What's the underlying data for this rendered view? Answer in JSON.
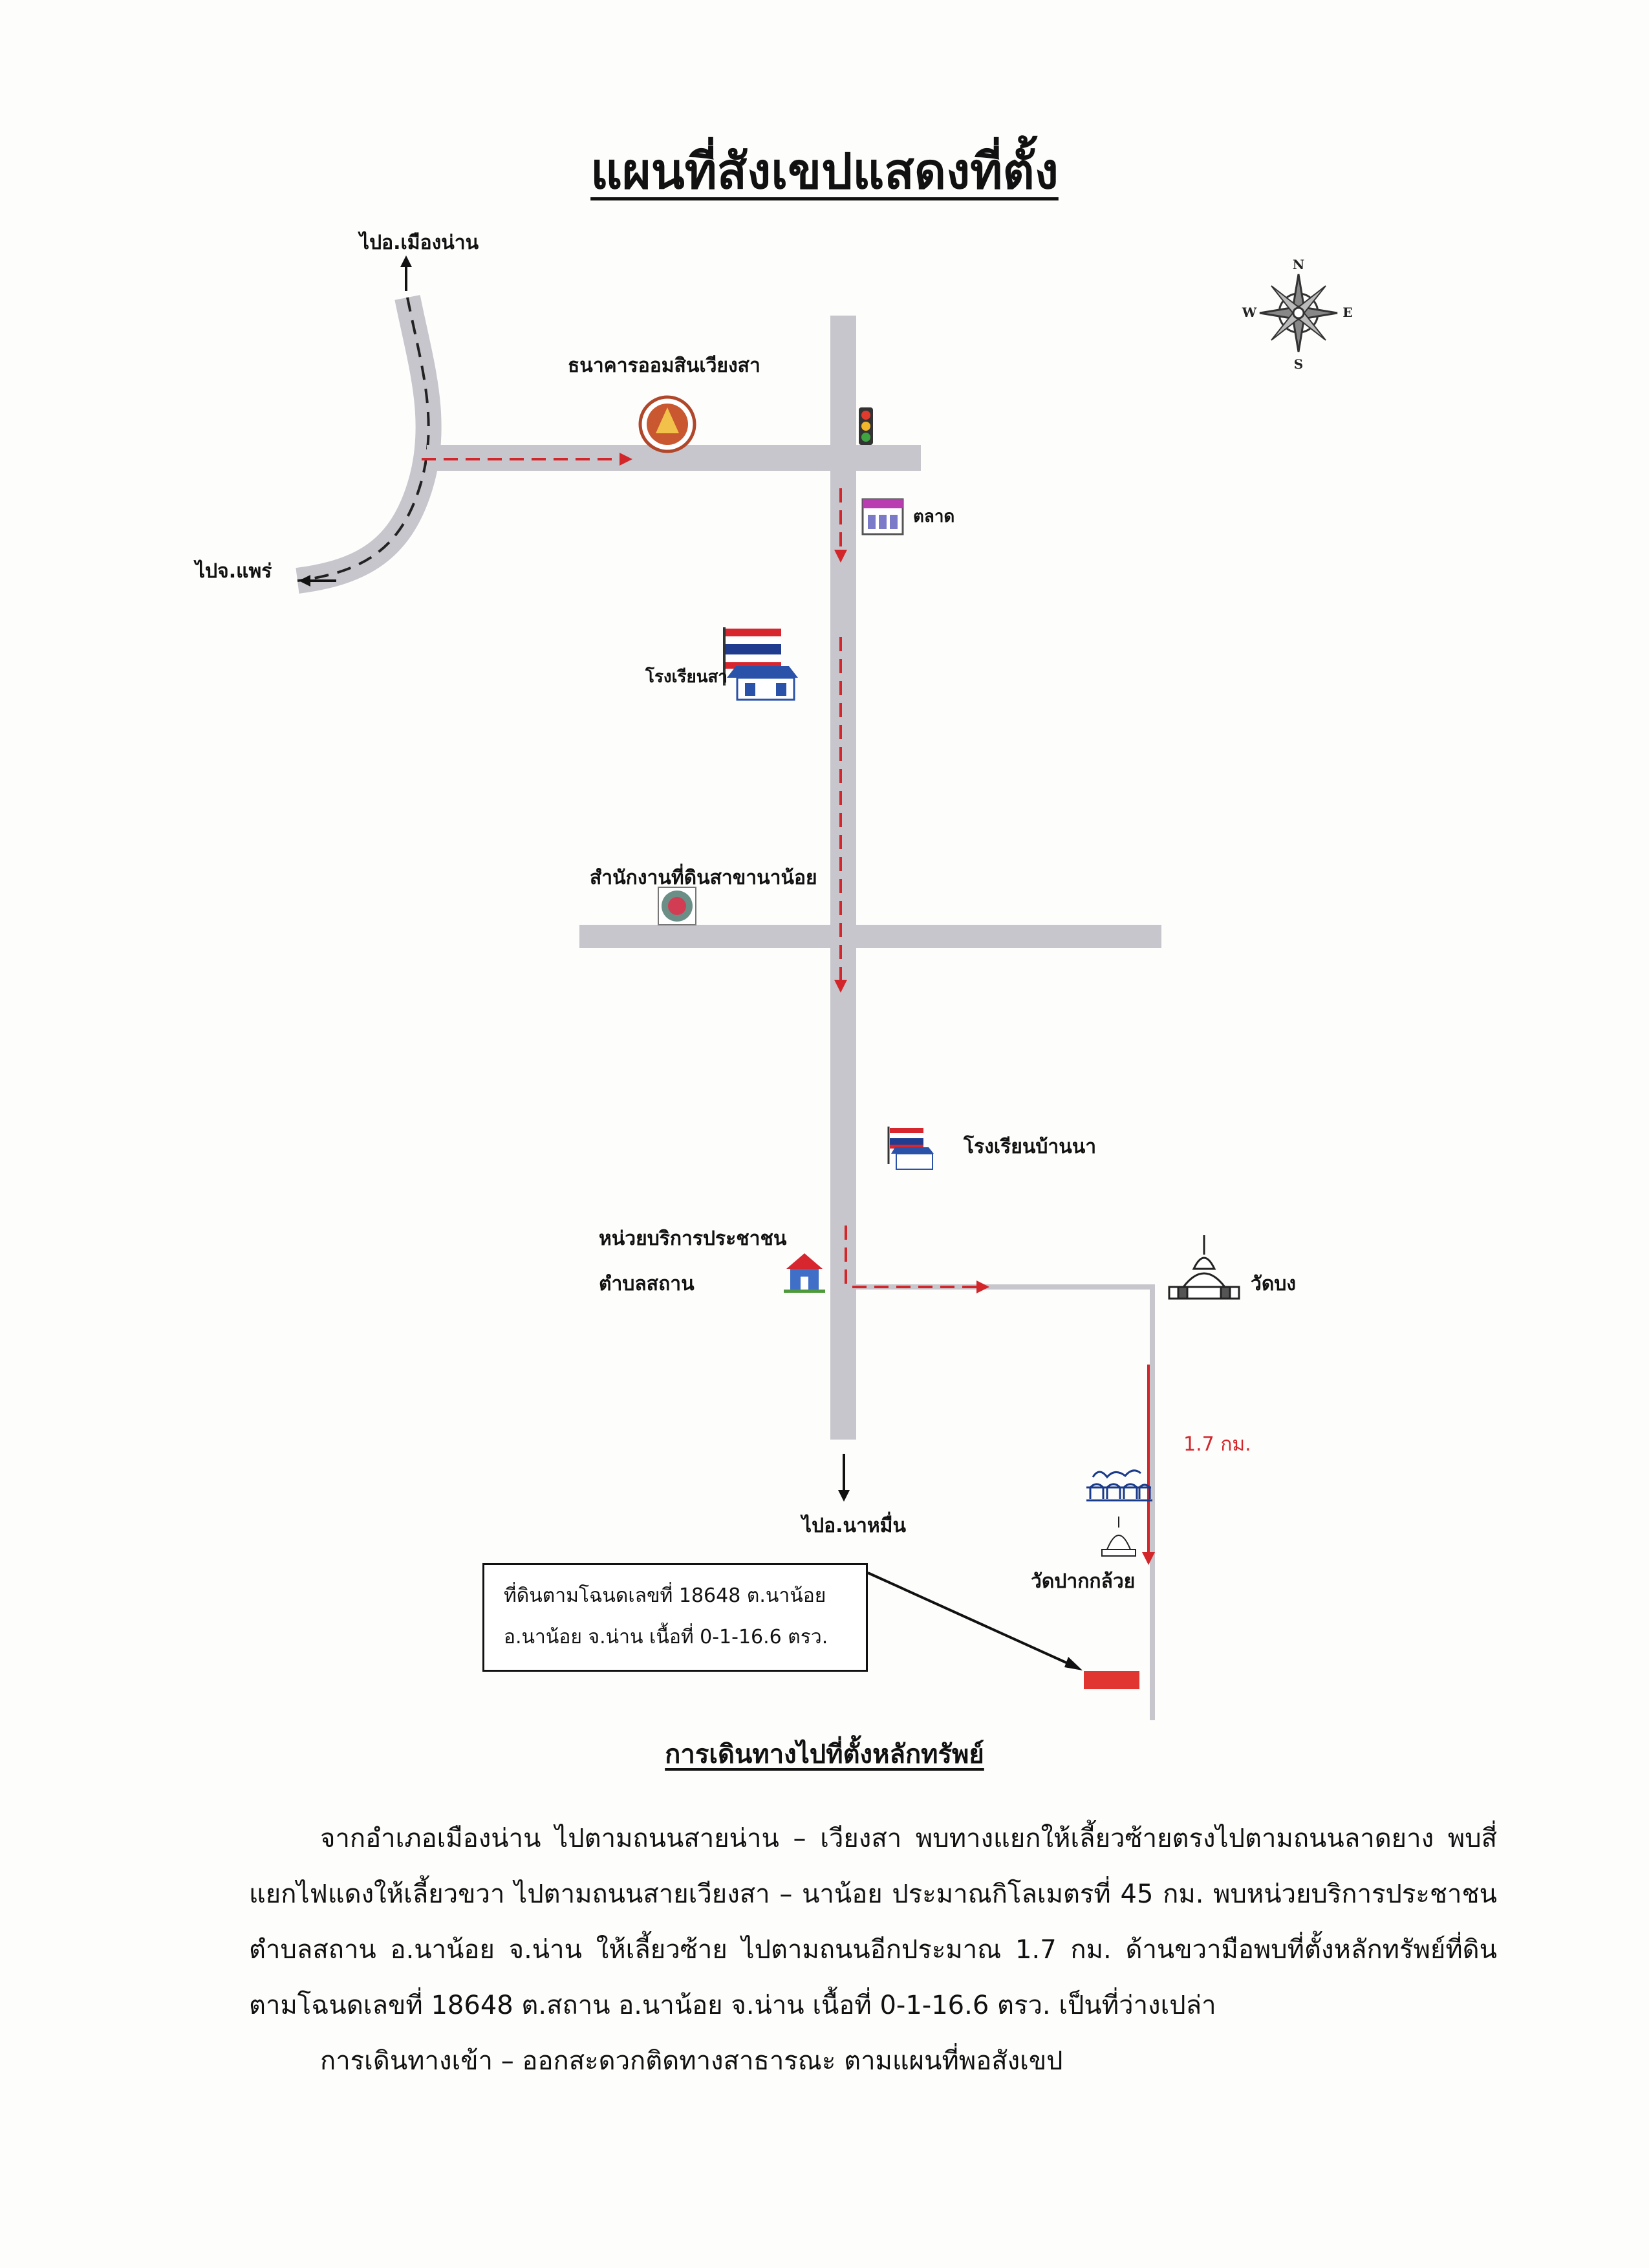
{
  "title": "แผนที่สังเขปแสดงที่ตั้ง",
  "compass": {
    "n": "N",
    "s": "S",
    "e": "E",
    "w": "W"
  },
  "labels": {
    "to_mueang_nan": "ไปอ.เมืองน่าน",
    "to_phrae": "ไปจ.แพร่",
    "bank": "ธนาคารออมสินเวียงสา",
    "market": "ตลาด",
    "school_sa": "โรงเรียนสา",
    "land_office": "สำนักงานที่ดินสาขานาน้อย",
    "school_ban_na": "โรงเรียนบ้านนา",
    "service_unit_line1": "หน่วยบริการประชาชน",
    "service_unit_line2": "ตำบลสถาน",
    "wat_bong": "วัดบง",
    "distance": "1.7 กม.",
    "wat_pak_kluai": "วัดปากกล้วย",
    "to_na_muen": "ไปอ.นาหมื่น"
  },
  "parcel": {
    "line1": "ที่ดินตามโฉนดเลขที่ 18648  ต.นาน้อย",
    "line2": "อ.นาน้อย  จ.น่าน เนื้อที่ 0-1-16.6 ตรว."
  },
  "directions": {
    "title": "การเดินทางไปที่ตั้งหลักทรัพย์",
    "paragraph1": "จากอำเภอเมืองน่าน ไปตามถนนสายน่าน – เวียงสา พบทางแยกให้เลี้ยวซ้ายตรงไปตามถนนลาดยาง พบสี่แยกไฟแดงให้เลี้ยวขวา ไปตามถนนสายเวียงสา – นาน้อย ประมาณกิโลเมตรที่  45 กม.  พบหน่วยบริการประชาชนตำบลสถาน  อ.นาน้อย  จ.น่าน  ให้เลี้ยวซ้าย  ไปตามถนนอีกประมาณ  1.7  กม. ด้านขวามือพบที่ตั้งหลักทรัพย์ที่ดินตามโฉนดเลขที่ 18648  ต.สถาน  อ.นาน้อย  จ.น่าน เนื้อที่  0-1-16.6  ตรว.   เป็นที่ว่างเปล่า",
    "paragraph2": "การเดินทางเข้า – ออกสะดวกติดทางสาธารณะ  ตามแผนที่พอสังเขป"
  },
  "colors": {
    "road": "#c6c6cc",
    "route": "#d2262a",
    "parcel": "#e03530",
    "ink": "#111111"
  }
}
